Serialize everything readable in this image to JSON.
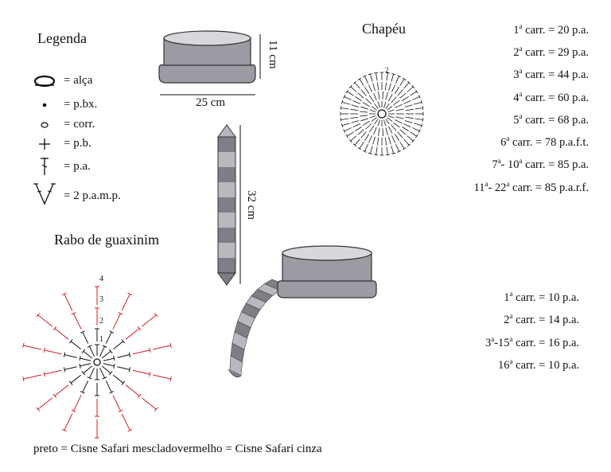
{
  "legend": {
    "title": "Legenda",
    "items": [
      {
        "icon": "loop-icon",
        "text": "= alça"
      },
      {
        "icon": "dot-icon",
        "text": "= p.bx."
      },
      {
        "icon": "oval-icon",
        "text": "= corr."
      },
      {
        "icon": "plus-icon",
        "text": "= p.b."
      },
      {
        "icon": "tall-stitch-icon",
        "text": "= p.a."
      },
      {
        "icon": "v-stitch-icon",
        "text": "= 2 p.a.m.p."
      }
    ]
  },
  "hat": {
    "title": "Chapéu",
    "height_label": "11 cm",
    "width_label": "25 cm",
    "rows": [
      {
        "sup": "a",
        "pre": "1",
        "post": " carr. = 20 p.a."
      },
      {
        "sup": "a",
        "pre": "2",
        "post": " carr. = 29 p.a."
      },
      {
        "sup": "a",
        "pre": "3",
        "post": " carr. = 44 p.a."
      },
      {
        "sup": "a",
        "pre": "4",
        "post": " carr. = 60 p.a."
      },
      {
        "sup": "a",
        "pre": "5",
        "post": " carr. = 68 p.a."
      },
      {
        "sup": "a",
        "pre": "6",
        "post": " carr. = 78 p.a.f.t."
      },
      {
        "sup": "a",
        "pre": "7",
        "mid": "- 10",
        "post": " carr. = 85 p.a."
      },
      {
        "sup": "a",
        "pre": "11",
        "mid": "- 22",
        "post": " carr. = 85 p.a.r.f."
      }
    ],
    "diagram_label": "2"
  },
  "tail": {
    "title": "Rabo de guaxinim",
    "length_label": "32 cm",
    "rows": [
      {
        "pre": "1",
        "mid": "",
        "post": " carr. = 10 p.a."
      },
      {
        "pre": "2",
        "mid": "",
        "post": " carr. = 14 p.a."
      },
      {
        "pre": "3",
        "mid": "-15",
        "post": " carr. = 16 p.a."
      },
      {
        "pre": "16",
        "mid": "",
        "post": " carr. = 10 p.a."
      }
    ],
    "row_labels": [
      "4",
      "3",
      "2",
      "1"
    ]
  },
  "footer": "preto = Cisne Safari mescladovermelho = Cisne Safari cinza",
  "colors": {
    "hat_fill": "#9a9ba3",
    "hat_light": "#d8d8dc",
    "stripe_dark": "#7d7e86",
    "stripe_light": "#b8b9bf",
    "red": "#d21f26",
    "black": "#111111"
  }
}
